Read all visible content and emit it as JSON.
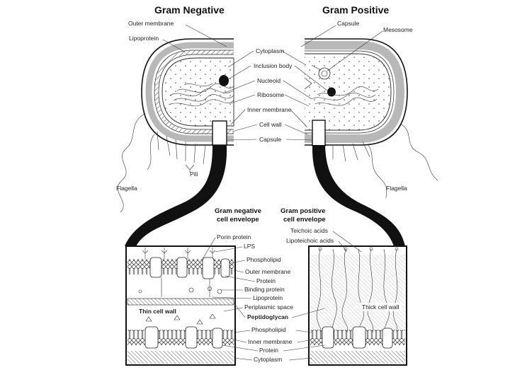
{
  "titles": {
    "gram_negative": "Gram Negative",
    "gram_positive": "Gram Positive"
  },
  "cell_labels": {
    "outer_membrane": "Outer membrane",
    "lipoprotein": "Lipoprotein",
    "capsule_top": "Capsule",
    "mesosome": "Mesosome",
    "cytoplasm": "Cytoplasm",
    "inclusion_body": "Inclusion body",
    "nucleoid": "Nucleoid",
    "ribosome": "Ribosome",
    "inner_membrane": "Inner membrane",
    "cell_wall": "Cell wall",
    "capsule": "Capsule",
    "pili": "Pili",
    "flagella_left": "Flagella",
    "flagella_right": "Flagella"
  },
  "envelope_titles": {
    "neg_line1": "Gram negative",
    "neg_line2": "cell envelope",
    "pos_line1": "Gram positive",
    "pos_line2": "cell envelope"
  },
  "envelope_labels": {
    "porin": "Porin protein",
    "teichoic": "Teichoic acids",
    "lipoteichoic": "Lipoteichoic acids",
    "lps": "LPS",
    "phospholipid_top": "Phospholipid",
    "outer_membrane": "Outer membrane",
    "protein_top": "Protein",
    "binding_protein": "Binding protein",
    "lipoprotein": "Lipoprotein",
    "periplasmic": "Periplasmic space",
    "peptidoglycan": "Peptidoglycan",
    "phospholipid_bottom": "Phospholipid",
    "inner_membrane": "Inner membrane",
    "protein_bottom": "Protein",
    "cytoplasm": "Cytoplasm",
    "thin_wall": "Thin cell wall",
    "thick_wall": "Thick cell wall"
  }
}
